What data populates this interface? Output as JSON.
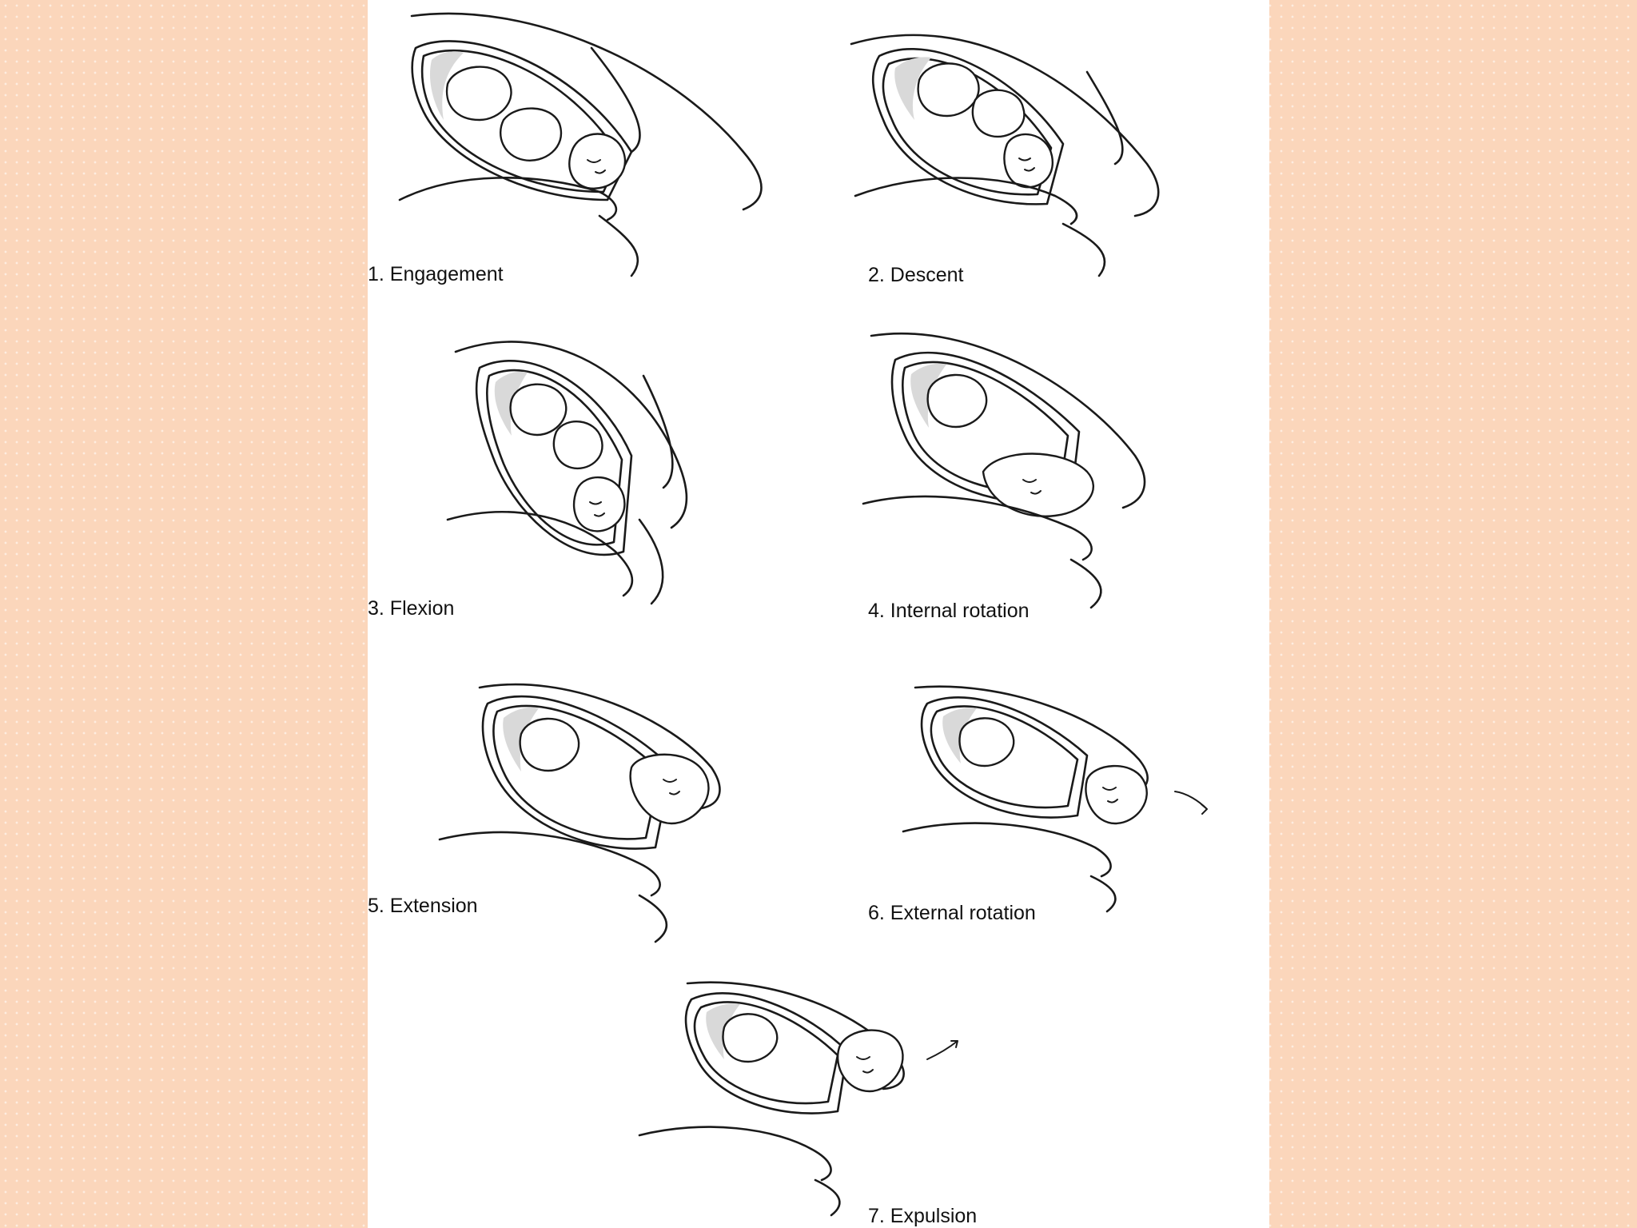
{
  "stages": [
    {
      "label": "1. Engagement"
    },
    {
      "label": "2. Descent"
    },
    {
      "label": "3. Flexion"
    },
    {
      "label": "4. Internal rotation"
    },
    {
      "label": "5. Extension"
    },
    {
      "label": "6. External rotation"
    },
    {
      "label": "7. Expulsion"
    }
  ],
  "colors": {
    "background": "#fbd6bb",
    "panel": "#ffffff",
    "ink": "#1a1a1a",
    "shading": "#d9d9d9"
  }
}
